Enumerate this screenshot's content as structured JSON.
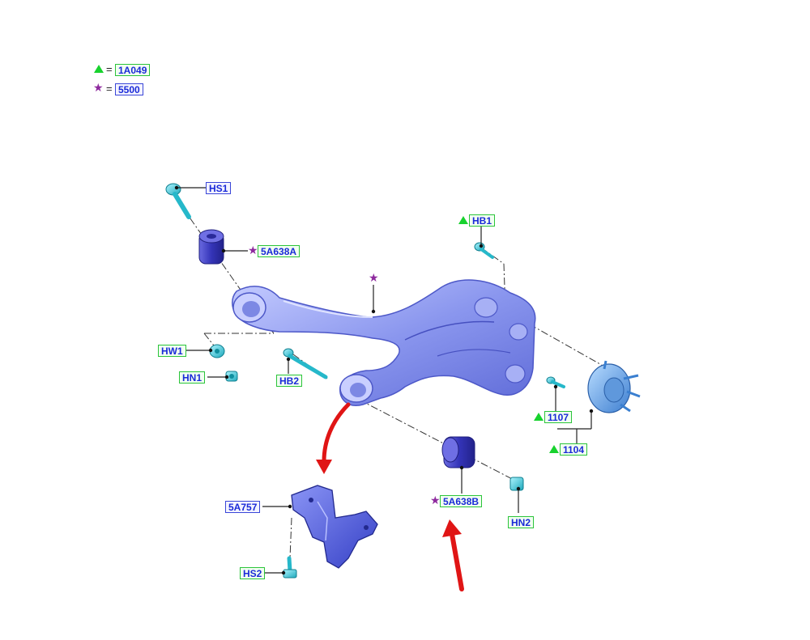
{
  "legend": [
    {
      "symbol": "triangle",
      "color": "#18d22e",
      "equals": "=",
      "code": "1A049"
    },
    {
      "symbol": "star",
      "glyph": "★",
      "color": "#8e2a9e",
      "equals": "=",
      "code": "5500"
    }
  ],
  "labels": {
    "HS1": "HS1",
    "5A638A": "5A638A",
    "HB1": "HB1",
    "HW1": "HW1",
    "HN1": "HN1",
    "HB2": "HB2",
    "1107": "1107",
    "1104": "1104",
    "5A757": "5A757",
    "5A638B": "5A638B",
    "HN2": "HN2",
    "HS2": "HS2"
  },
  "star_glyph": "★",
  "colors": {
    "arm": "#8f9bef",
    "arm_dark": "#5b68d6",
    "bracket": "#4b58d8",
    "bushing": "#3f3fc8",
    "hardware": "#2cc9d8",
    "hub": "#6da8e8",
    "arrow": "#e01515",
    "leader": "#222222"
  }
}
